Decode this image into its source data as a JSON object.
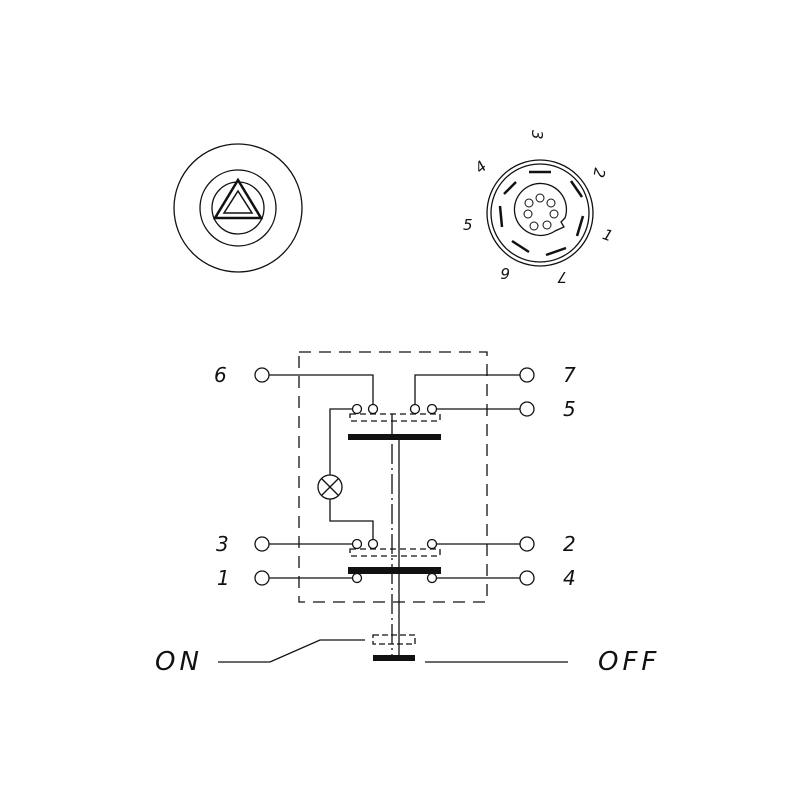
{
  "labels": {
    "connector_pins": [
      "1",
      "2",
      "3",
      "4",
      "5",
      "6",
      "7"
    ],
    "terminals": {
      "t1": "1",
      "t2": "2",
      "t3": "3",
      "t4": "4",
      "t5": "5",
      "t6": "6",
      "t7": "7"
    },
    "on": "ON",
    "off": "OFF"
  },
  "colors": {
    "ink": "#111111",
    "background": "#ffffff"
  }
}
